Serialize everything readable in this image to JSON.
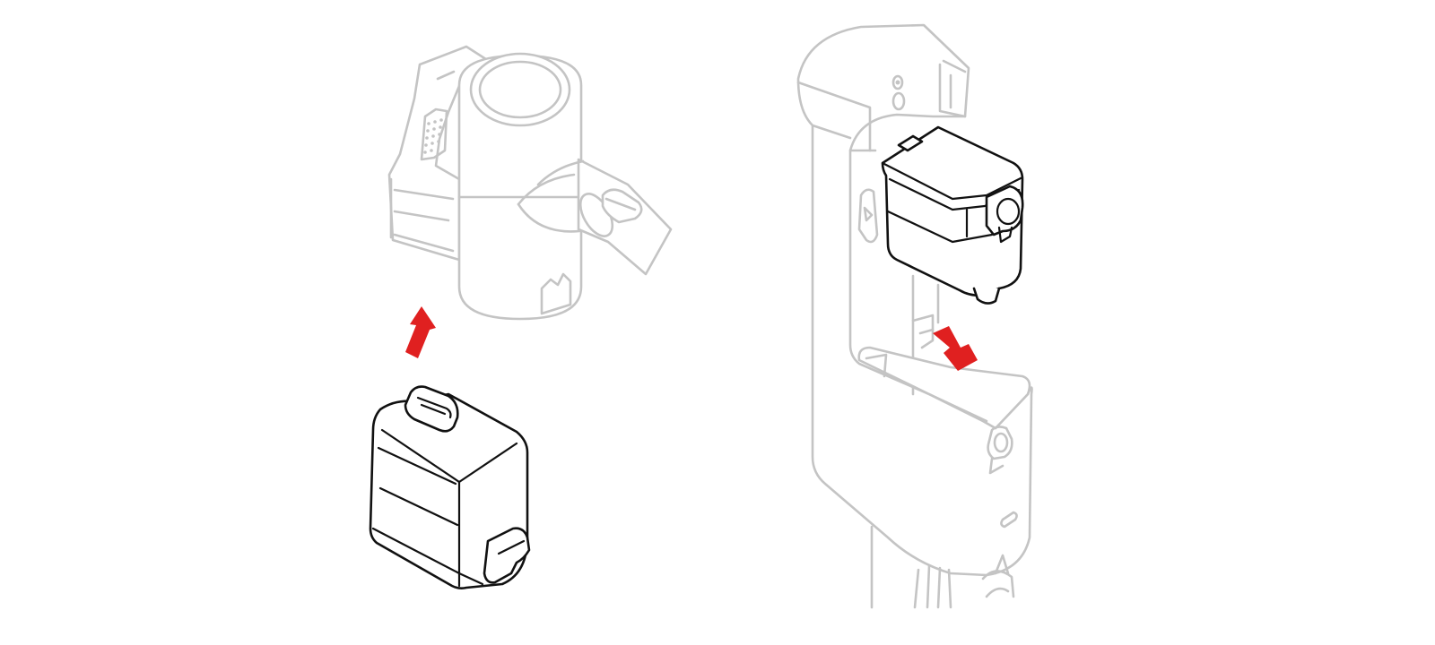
{
  "figure": {
    "left_panel": {
      "device": "handheld-vacuum-body",
      "component": "battery-pack",
      "action": "insert-upward"
    },
    "right_panel": {
      "device": "charging-dock",
      "component": "battery-pack",
      "action": "insert-downward"
    }
  },
  "colors": {
    "background": "#ffffff",
    "ghost_outline": "#c4c4c4",
    "component_outline": "#111111",
    "arrow": "#e02020"
  },
  "icons": [
    "arrow-up-icon",
    "arrow-down-icon"
  ]
}
